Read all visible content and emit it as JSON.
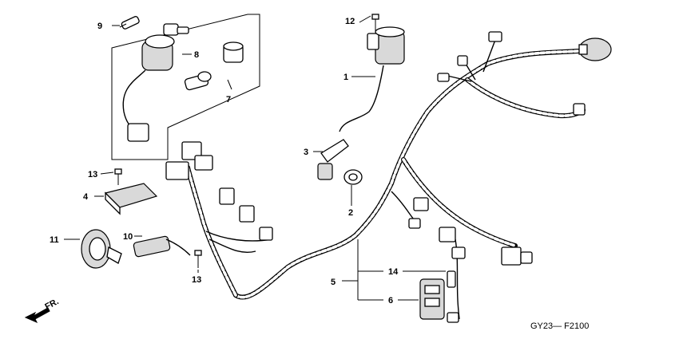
{
  "callouts": {
    "c1": "1",
    "c2": "2",
    "c3": "3",
    "c4": "4",
    "c5": "5",
    "c6": "6",
    "c7": "7",
    "c8": "8",
    "c9": "9",
    "c10": "10",
    "c11": "11",
    "c12": "12",
    "c13a": "13",
    "c13b": "13",
    "c14": "14"
  },
  "direction_label": "FR.",
  "diagram_code": "GY23— F2100"
}
